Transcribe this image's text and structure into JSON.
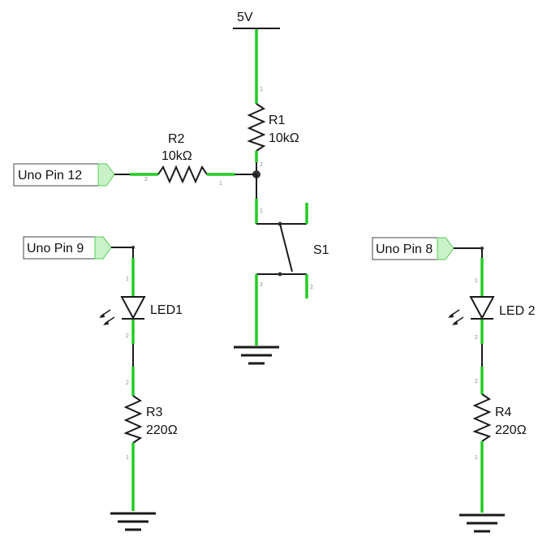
{
  "power": {
    "label": "5V"
  },
  "ports": {
    "pin12": "Uno Pin 12",
    "pin9": "Uno Pin 9",
    "pin8": "Uno Pin 8"
  },
  "resistors": {
    "r1": {
      "name": "R1",
      "value": "10kΩ"
    },
    "r2": {
      "name": "R2",
      "value": "10kΩ"
    },
    "r3": {
      "name": "R3",
      "value": "220Ω"
    },
    "r4": {
      "name": "R4",
      "value": "220Ω"
    }
  },
  "leds": {
    "led1": {
      "name": "LED1"
    },
    "led2": {
      "name": "LED 2"
    }
  },
  "switch": {
    "name": "S1"
  },
  "pin_numbers": {
    "one": "1",
    "two": "2"
  }
}
